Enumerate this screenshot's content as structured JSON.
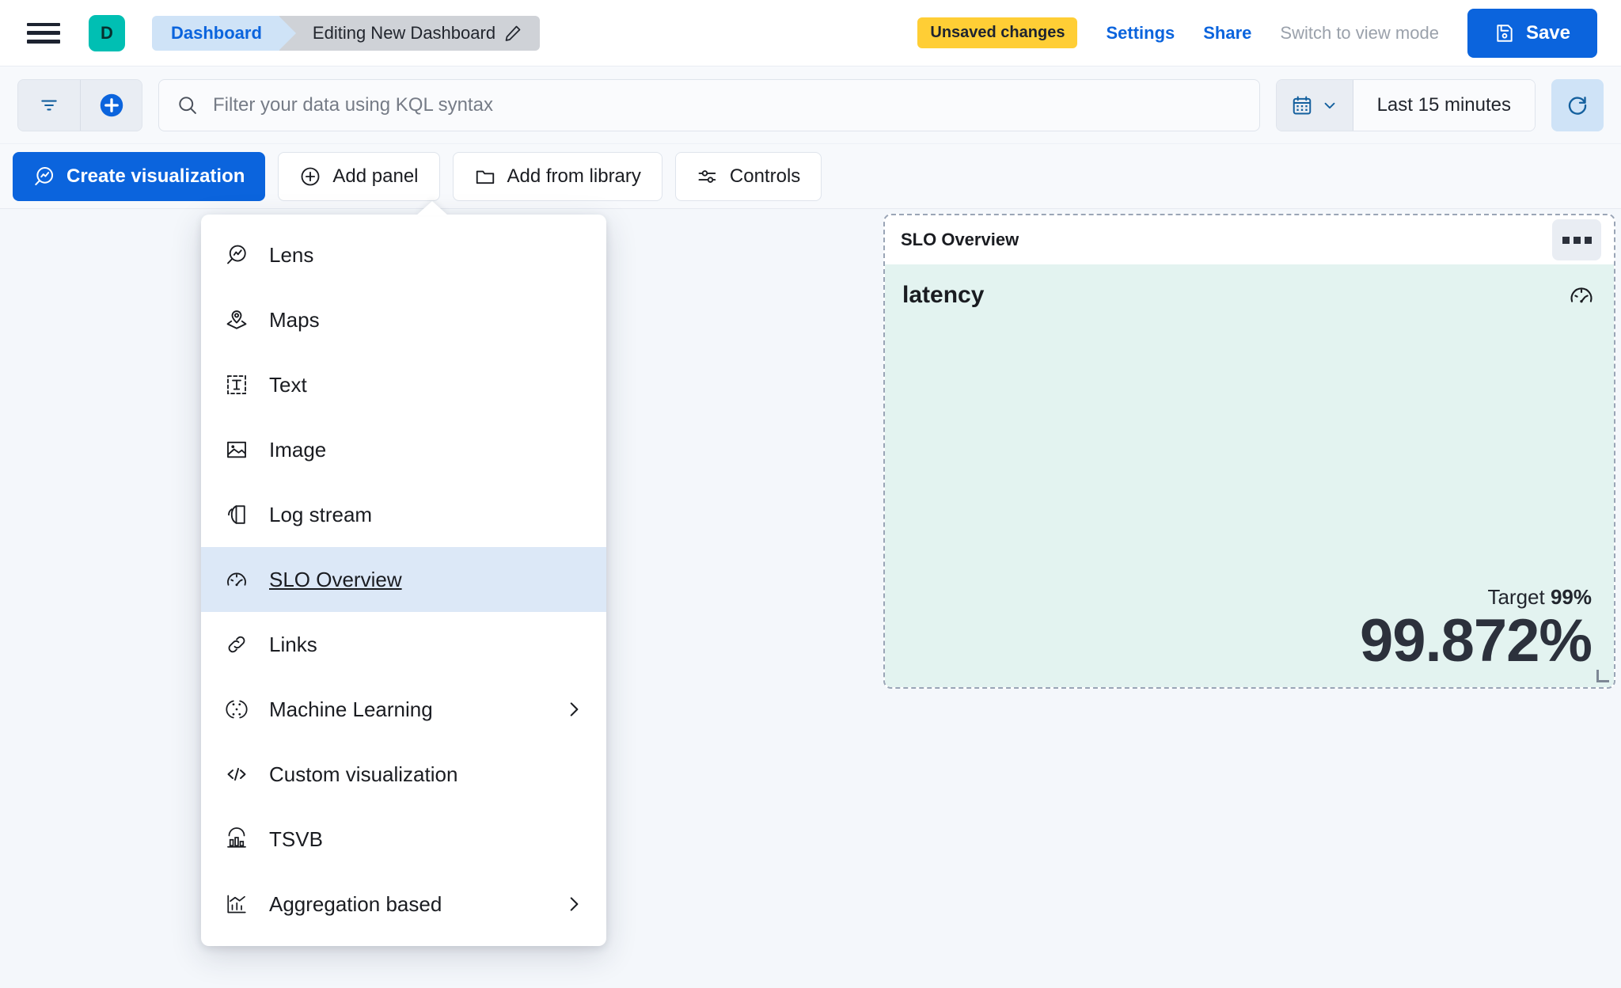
{
  "header": {
    "menu_icon": "hamburger-menu-icon",
    "space_initial": "D",
    "breadcrumbs": [
      {
        "label": "Dashboard",
        "icon": ""
      },
      {
        "label": "Editing New Dashboard",
        "icon": "pencil-icon"
      }
    ],
    "unsaved_badge": "Unsaved changes",
    "settings_link": "Settings",
    "share_link": "Share",
    "view_mode_link": "Switch to view mode",
    "save_label": "Save",
    "save_icon": "save-disk-icon",
    "accent_color": "#0B64DD",
    "badge_color": "#FFCE35",
    "space_color": "#00BFB3"
  },
  "query_bar": {
    "filter_icon": "filter-icon",
    "add_filter_icon": "add-filter-plus-icon",
    "search_icon": "search-icon",
    "placeholder": "Filter your data using KQL syntax",
    "value": "",
    "calendar_icon": "calendar-icon",
    "chevron_icon": "chevron-down-icon",
    "time_range": "Last 15 minutes",
    "refresh_icon": "refresh-icon"
  },
  "toolbar": {
    "buttons": [
      {
        "label": "Create visualization",
        "icon": "lens-icon",
        "primary": true
      },
      {
        "label": "Add panel",
        "icon": "plus-circle-icon",
        "primary": false
      },
      {
        "label": "Add from library",
        "icon": "folder-icon",
        "primary": false
      },
      {
        "label": "Controls",
        "icon": "controls-sliders-icon",
        "primary": false
      }
    ]
  },
  "add_panel_menu": {
    "items": [
      {
        "label": "Lens",
        "icon": "lens-icon",
        "has_submenu": false,
        "selected": false
      },
      {
        "label": "Maps",
        "icon": "maps-pin-icon",
        "has_submenu": false,
        "selected": false
      },
      {
        "label": "Text",
        "icon": "text-box-icon",
        "has_submenu": false,
        "selected": false
      },
      {
        "label": "Image",
        "icon": "image-icon",
        "has_submenu": false,
        "selected": false
      },
      {
        "label": "Log stream",
        "icon": "log-stream-icon",
        "has_submenu": false,
        "selected": false
      },
      {
        "label": "SLO Overview",
        "icon": "gauge-icon",
        "has_submenu": false,
        "selected": true
      },
      {
        "label": "Links",
        "icon": "link-icon",
        "has_submenu": false,
        "selected": false
      },
      {
        "label": "Machine Learning",
        "icon": "machine-learning-icon",
        "has_submenu": true,
        "selected": false
      },
      {
        "label": "Custom visualization",
        "icon": "code-icon",
        "has_submenu": false,
        "selected": false
      },
      {
        "label": "TSVB",
        "icon": "tsvb-chart-icon",
        "has_submenu": false,
        "selected": false
      },
      {
        "label": "Aggregation based",
        "icon": "aggregation-chart-icon",
        "has_submenu": true,
        "selected": false
      }
    ],
    "submenu_icon": "chevron-right-icon",
    "highlight_color": "#DCE8F7"
  },
  "slo_panel": {
    "title": "SLO Overview",
    "context_menu_icon": "context-menu-dots-icon",
    "metric_name": "latency",
    "gauge_icon": "gauge-icon",
    "target_label": "Target",
    "target_value": "99%",
    "sli_value": "99.872%",
    "body_color": "#E3F3F0",
    "resize_handle_icon": "resize-handle-icon"
  }
}
